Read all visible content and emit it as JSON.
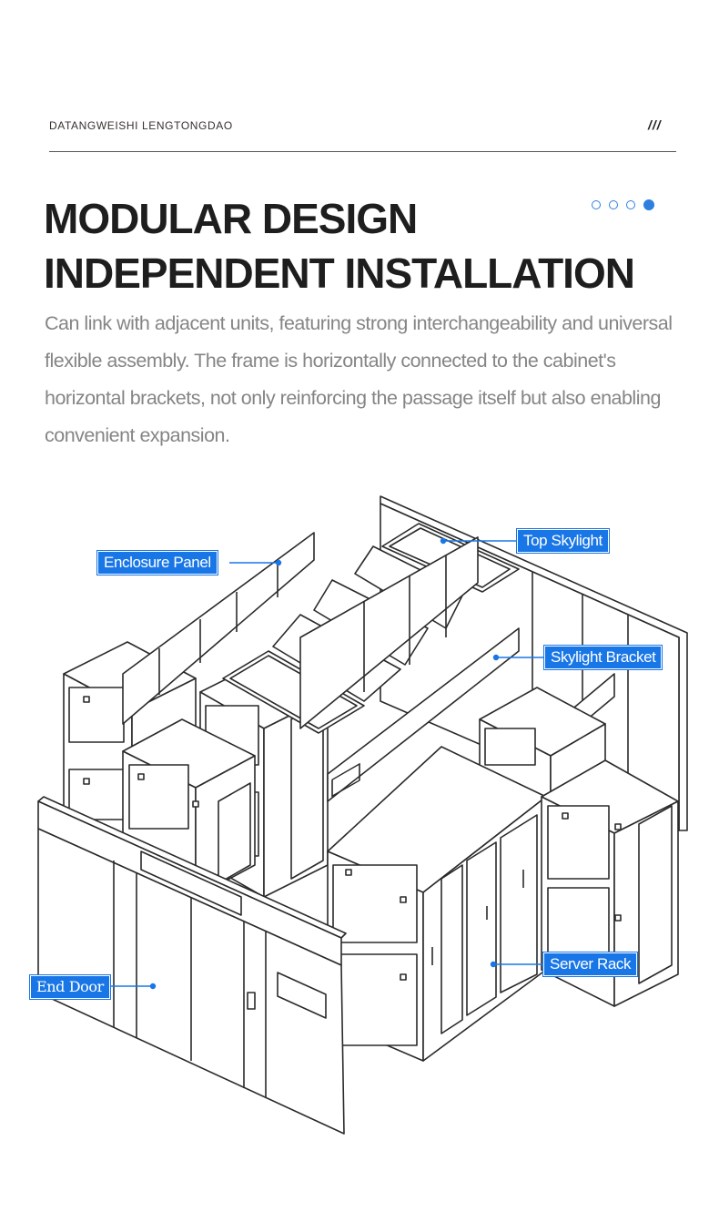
{
  "header": {
    "brand": "DATANGWEISHI LENGTONGDAO",
    "mark": "///"
  },
  "headline": {
    "line1": "MODULAR DESIGN",
    "line2": "INDEPENDENT INSTALLATION"
  },
  "pagination": {
    "total": 4,
    "active": 4,
    "accent": "#2f7fe0"
  },
  "description": "Can link with adjacent units, featuring strong interchangeability and universal flexible assembly. The frame is horizontally connected to the cabinet's horizontal brackets, not only reinforcing the passage itself but also enabling convenient expansion.",
  "callouts": {
    "enclosure_panel": "Enclosure Panel",
    "top_skylight": "Top Skylight",
    "skylight_bracket": "Skylight Bracket",
    "server_rack": "Server Rack",
    "end_door": "End Door"
  },
  "colors": {
    "callout_bg": "#1976e6",
    "line_art": "#2a2a2a"
  }
}
